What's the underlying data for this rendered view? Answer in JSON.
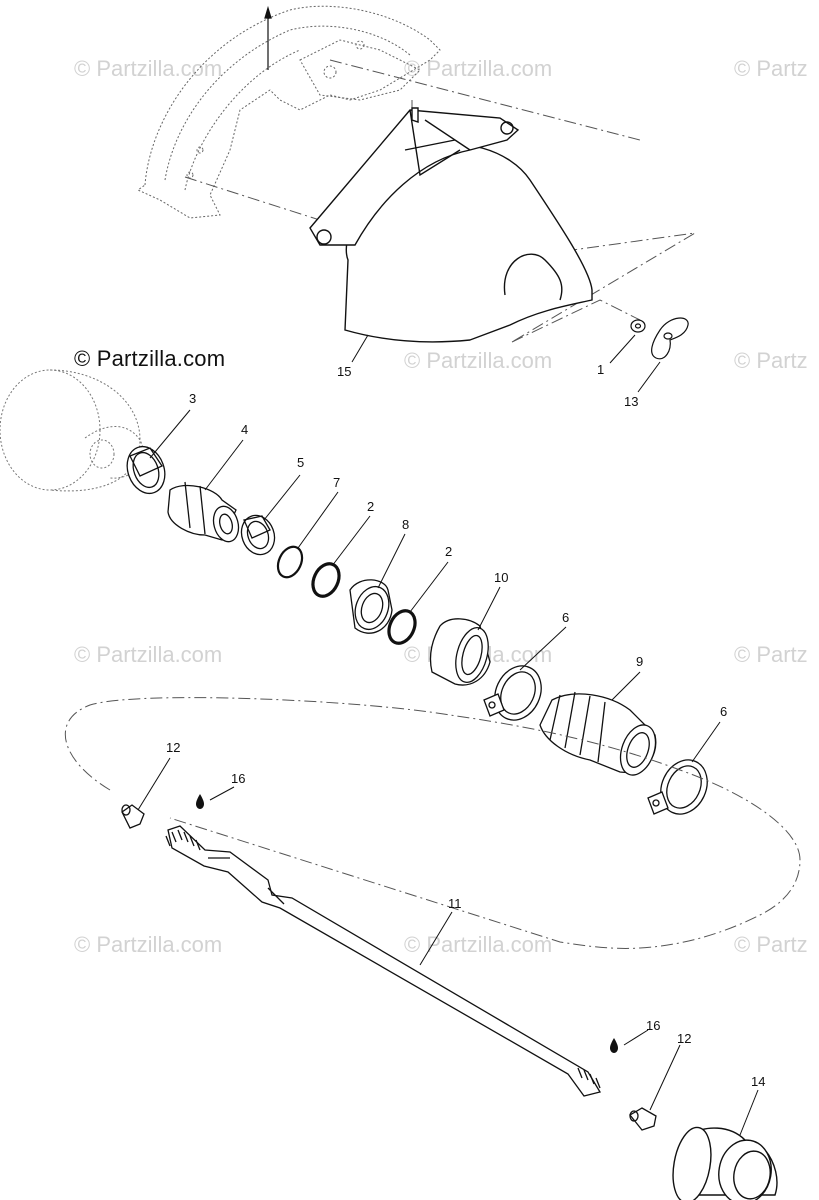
{
  "brand": {
    "text": "© Partzilla.com"
  },
  "watermark": {
    "text": "© Partzilla.com"
  },
  "watermark_partial": {
    "text": "© Partz"
  },
  "callouts": {
    "c1": "1",
    "c2a": "2",
    "c2b": "2",
    "c3": "3",
    "c4": "4",
    "c5": "5",
    "c6a": "6",
    "c6b": "6",
    "c7": "7",
    "c8": "8",
    "c9": "9",
    "c10": "10",
    "c11": "11",
    "c12a": "12",
    "c12b": "12",
    "c13": "13",
    "c14": "14",
    "c15": "15",
    "c16a": "16",
    "c16b": "16"
  },
  "colors": {
    "line": "#111111",
    "dashed": "#555555",
    "watermark": "#d2d2d2"
  }
}
